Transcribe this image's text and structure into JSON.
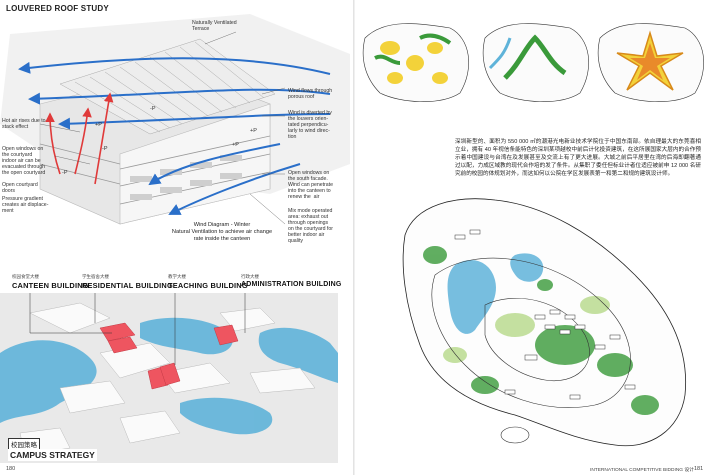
{
  "left": {
    "section_title": "LOUVERED ROOF STUDY",
    "labels": {
      "terrace": "Naturally Ventilated\nTerrace",
      "wind_porous": "Wind flows through\nporous roof",
      "wind_diverted": "Wind is diverted by\nthe louvers orien-\ntated perpendicu-\nlarly to wind direc-\ntion",
      "hot_air": "Hot air rises due to\nstack effect",
      "open_windows_court": "Open windows on\nthe courtyard\nindoor air can be\nevacuated through\nthe open courtyard",
      "open_doors": "Open courtyard\ndoors",
      "pressure": "Pressure gradient\ncreates air displace-\nment",
      "open_windows_south": "Open windows on\nthe south facade.\nWind can penetrate\ninto the canteen to\nrenew the  air",
      "mix_mode": "Mix mode operated\narea: exhaust out\nthrough openings\non the courtyard for\nbetter indoor air\nquality"
    },
    "pressure_marks": [
      "+P",
      "-P",
      "-P",
      "+P",
      "-P",
      "+P"
    ],
    "caption": "Wind Diagram - Winter\nNatural Ventilation to achieve air change\nrate inside the canteen",
    "buildings": [
      {
        "cn": "校园食堂大楼",
        "en": "CANTEEN BUILDING"
      },
      {
        "cn": "学生宿舍大楼",
        "en": "RESIDENTIAL BUILDING"
      },
      {
        "cn": "教学大楼",
        "en": "TEACHING BUILDING"
      },
      {
        "cn": "行政大楼",
        "en": "ADMINISTRATION BUILDING"
      }
    ],
    "strategy_cn": "校园策略",
    "strategy_en": "CAMPUS STRATEGY",
    "page_number": "180"
  },
  "right": {
    "body_text": "深圳新型的、面积为 550 000 ㎡的潮港光电新业技术学院位于中国东南部。依自理最大的东莞喜相立业，拥有 40 年视信条能特色的深圳某项越校中前后计化投资建筑，在这所展国家大层内的合作预示着中国建设与台湾在及发展甚至及交流上有了更大进展。大城之前后平居里在湾的后海即翻著通过以配，力成区域教的现代合作培的发了条件。从集职了委任但标业计者位适应被前申 12 000 名研究前的校园的体规划对外，而这如何以公院在学区发展表第一和第二和规的建筑设计师。",
    "footer": "INTERNATIONAL COMPETITIVE BIDDING 设计",
    "page_number": "181"
  },
  "colors": {
    "wind_blue": "#2a6fc9",
    "warm_red": "#e03a3a",
    "water": "#5fb3d9",
    "highlight_red": "#ee5560",
    "sketch_green": "#3a9a3a",
    "sketch_yellow": "#f3d23a"
  }
}
